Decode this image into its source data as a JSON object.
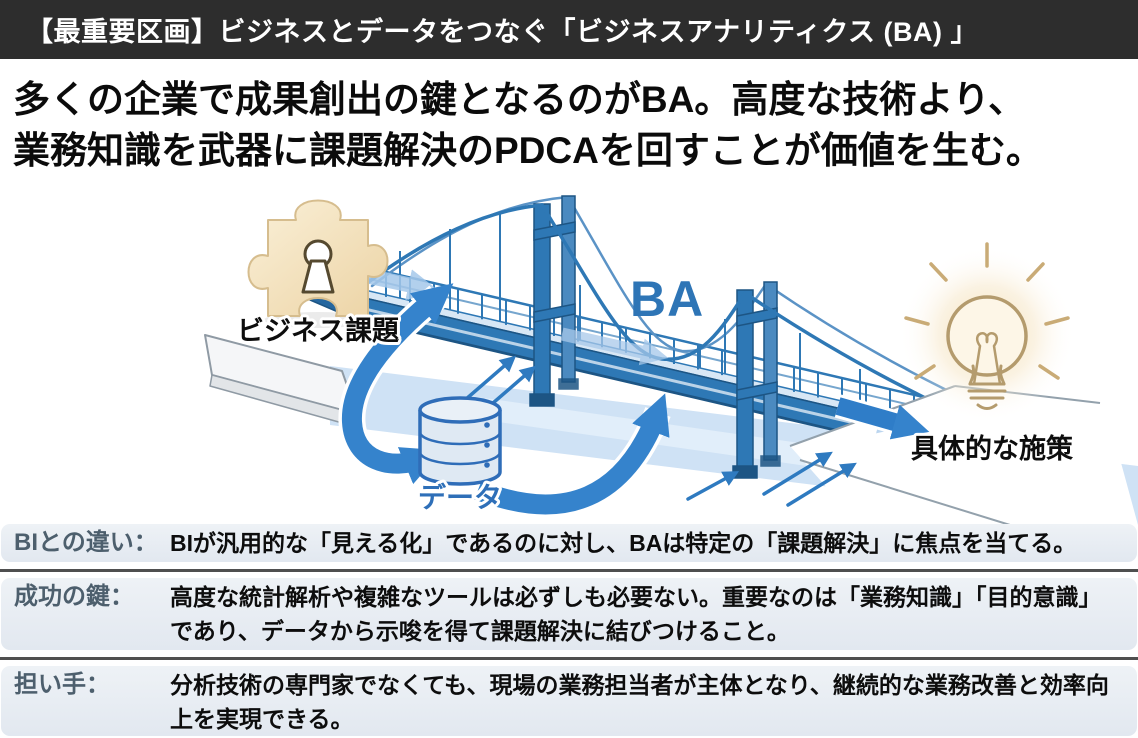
{
  "header": {
    "title": "【最重要区画】ビジネスとデータをつなぐ「ビジネスアナリティクス (BA) 」",
    "bg_color": "#2d2d2d"
  },
  "headline": {
    "line1": "多くの企業で成果創出の鍵となるのがBA。高度な技術より、",
    "line2": "業務知識を武器に課題解決のPDCAを回すことが価値を生む。"
  },
  "diagram": {
    "ba_label": "BA",
    "puzzle_label": "ビジネス課題",
    "data_label": "データ",
    "outcome_label": "具体的な施策",
    "icons": {
      "puzzle": "puzzle-piece-with-keyhole",
      "database": "database-cylinder",
      "bulb": "glowing-lightbulb",
      "bridge": "suspension-bridge"
    },
    "colors": {
      "bridge_blue": "#2e78b5",
      "arrow_blue": "#3583cc",
      "river_blue": "#cfe2f5",
      "ba_text_blue": "#2e75b6",
      "puzzle_cream": "#f6e7c6",
      "bulb_outline": "#b49b6d"
    }
  },
  "rows": [
    {
      "label": "BIとの違い：",
      "text": "BIが汎用的な「見える化」であるのに対し、BAは特定の「課題解決」に焦点を当てる。"
    },
    {
      "label": "成功の鍵：",
      "text": "高度な統計解析や複雑なツールは必ずしも必要ない。重要なのは「業務知識」「目的意識」であり、データから示唆を得て課題解決に結びつけること。"
    },
    {
      "label": "担い手：",
      "text": "分析技術の専門家でなくても、現場の業務担当者が主体となり、継続的な業務改善と効率向上を実現できる。"
    }
  ],
  "row_style": {
    "label_color": "#4d5f6d",
    "bg_color": "#e8edf3",
    "divider_color": "#4f4f4f"
  }
}
